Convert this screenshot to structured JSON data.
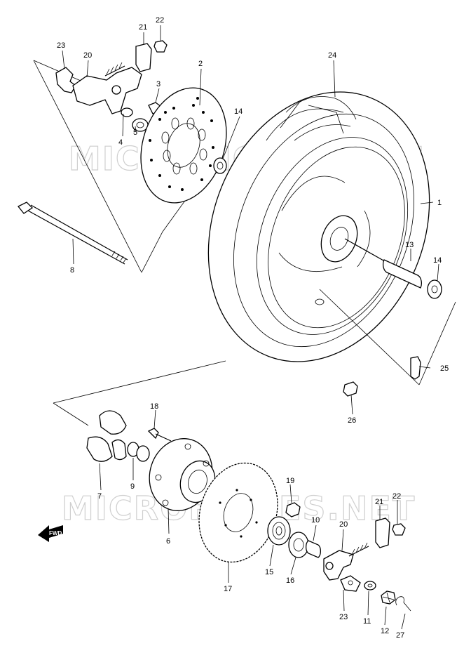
{
  "watermark": "MICROFICHES.NET",
  "direction_label": "FWD",
  "parts": [
    {
      "id": "p1",
      "label": "1"
    },
    {
      "id": "p2",
      "label": "2"
    },
    {
      "id": "p3",
      "label": "3"
    },
    {
      "id": "p4",
      "label": "4"
    },
    {
      "id": "p5",
      "label": "5"
    },
    {
      "id": "p6",
      "label": "6"
    },
    {
      "id": "p7",
      "label": "7"
    },
    {
      "id": "p8",
      "label": "8"
    },
    {
      "id": "p9",
      "label": "9"
    },
    {
      "id": "p10",
      "label": "10"
    },
    {
      "id": "p11",
      "label": "11"
    },
    {
      "id": "p12",
      "label": "12"
    },
    {
      "id": "p13",
      "label": "13"
    },
    {
      "id": "p14a",
      "label": "14"
    },
    {
      "id": "p14b",
      "label": "14"
    },
    {
      "id": "p15",
      "label": "15"
    },
    {
      "id": "p16",
      "label": "16"
    },
    {
      "id": "p17",
      "label": "17"
    },
    {
      "id": "p18",
      "label": "18"
    },
    {
      "id": "p19",
      "label": "19"
    },
    {
      "id": "p20a",
      "label": "20"
    },
    {
      "id": "p20b",
      "label": "20"
    },
    {
      "id": "p21a",
      "label": "21"
    },
    {
      "id": "p21b",
      "label": "21"
    },
    {
      "id": "p22a",
      "label": "22"
    },
    {
      "id": "p22b",
      "label": "22"
    },
    {
      "id": "p23a",
      "label": "23"
    },
    {
      "id": "p23b",
      "label": "23"
    },
    {
      "id": "p24",
      "label": "24"
    },
    {
      "id": "p25",
      "label": "25"
    },
    {
      "id": "p26",
      "label": "26"
    },
    {
      "id": "p27",
      "label": "27"
    }
  ]
}
